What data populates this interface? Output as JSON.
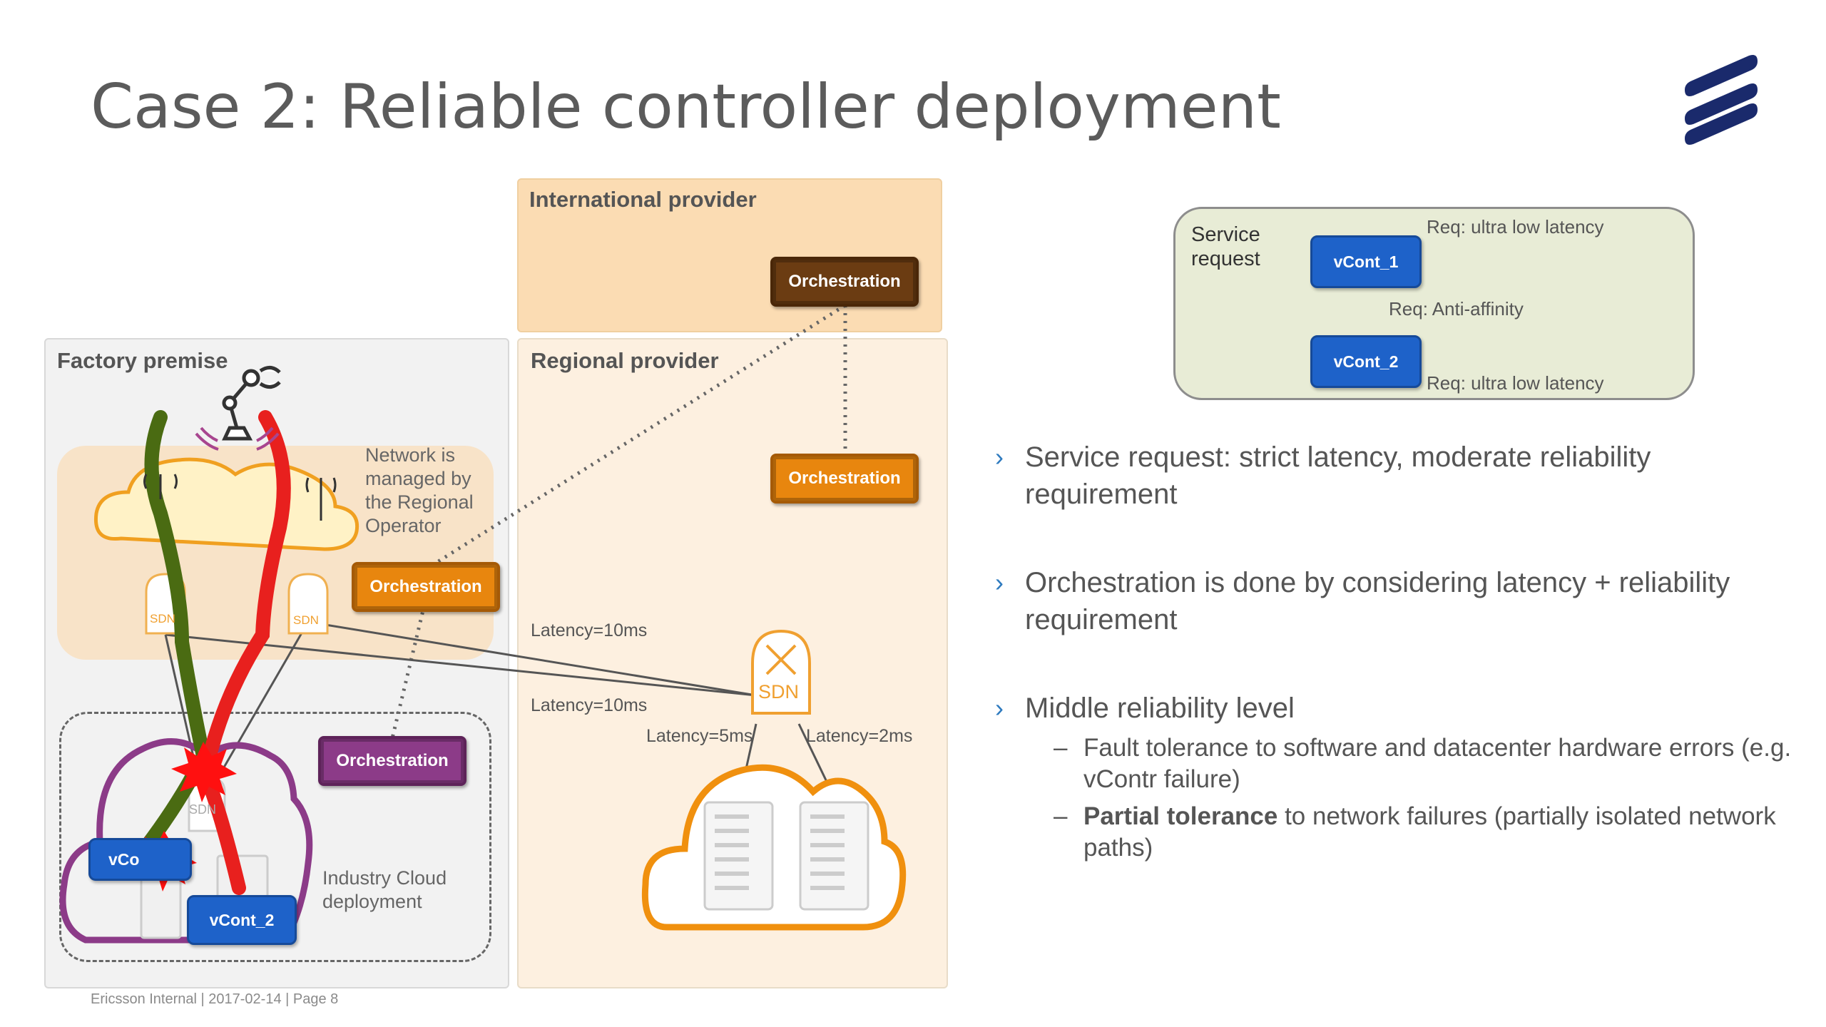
{
  "slide": {
    "title": "Case 2: Reliable controller deployment",
    "footer": "Ericsson Internal  |  2017-02-14  |  Page 8"
  },
  "diagram": {
    "international_label": "International provider",
    "regional_label": "Regional provider",
    "factory_label": "Factory premise",
    "orchestration_label": "Orchestration",
    "network_note": [
      "Network is",
      "managed by",
      "the Regional",
      "Operator"
    ],
    "industry_note": [
      "Industry Cloud",
      "deployment"
    ],
    "sdn_label": "SDN",
    "latency_labels": [
      "Latency=10ms",
      "Latency=10ms",
      "Latency=5ms",
      "Latency=2ms"
    ],
    "vcont1_partial": "vCo",
    "vcont2_label": "vCont_2"
  },
  "service_request": {
    "title_line1": "Service",
    "title_line2": "request",
    "vcont1": "vCont_1",
    "vcont2": "vCont_2",
    "req_top": "Req: ultra low latency",
    "req_mid": "Req: Anti-affinity",
    "req_bottom": "Req: ultra low latency"
  },
  "bullets": {
    "b1": "Service request: strict latency, moderate reliability requirement",
    "b2": "Orchestration is done by considering latency + reliability requirement",
    "b3": "Middle reliability level",
    "sub1": "Fault tolerance to software and datacenter hardware errors (e.g. vContr failure)",
    "sub2_bold": "Partial tolerance",
    "sub2_rest": " to network failures (partially isolated network paths)"
  },
  "colors": {
    "accent_blue": "#1e62c9",
    "orange": "#e8860e",
    "brown": "#6b3c12",
    "purple": "#8c3b88",
    "path_red": "#e8201e",
    "path_green": "#4a6b12"
  }
}
